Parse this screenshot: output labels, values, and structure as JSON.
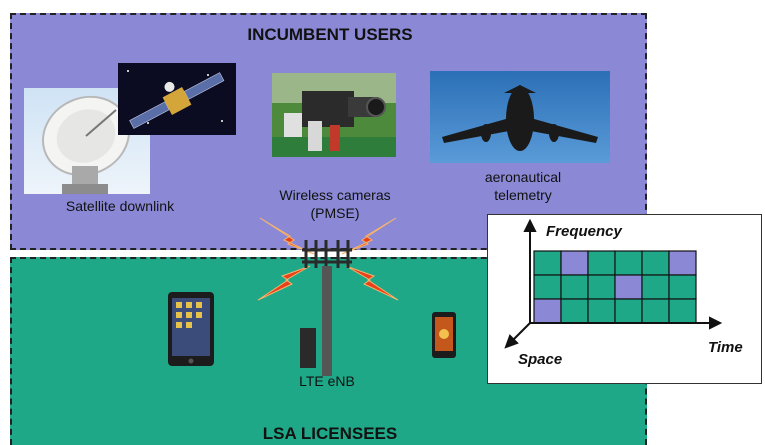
{
  "incumbent": {
    "title": "INCUMBENT USERS",
    "satellite_caption": "Satellite downlink",
    "camera_caption_line1": "Wireless cameras",
    "camera_caption_line2": "(PMSE)",
    "aero_caption_line1": "aeronautical",
    "aero_caption_line2": "telemetry"
  },
  "lsa": {
    "title": "LSA LICENSEES",
    "enb_caption": "LTE eNB"
  },
  "grid_panel": {
    "y_axis_label": "Frequency",
    "x_axis_label": "Time",
    "z_axis_label": "Space",
    "cell_color": "#1fa888",
    "highlight_color": "#8b89d6",
    "rows": [
      [
        0,
        1,
        0,
        0,
        0,
        1
      ],
      [
        0,
        0,
        0,
        1,
        0,
        0
      ],
      [
        1,
        0,
        0,
        0,
        0,
        0
      ]
    ]
  },
  "colors": {
    "incumbent_bg": "#8b89d6",
    "lsa_bg": "#1fa888",
    "interference": "#e8401a"
  }
}
